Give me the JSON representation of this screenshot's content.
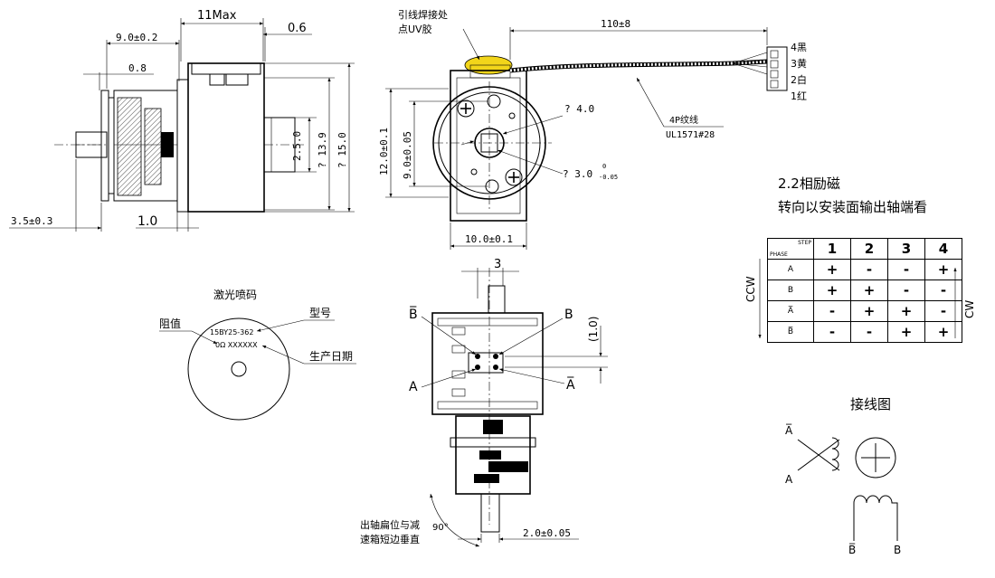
{
  "top_view": {
    "dim_11max": "11Max",
    "dim_0_6": "0.6",
    "dim_9": "9.0±0.2",
    "dim_0_8": "0.8",
    "dim_3_5": "3.5±0.3",
    "dim_1_0": "1.0",
    "dim_2_5": "2.5.0",
    "dim_13_9": "? 13.9",
    "dim_15": "? 15.0"
  },
  "front_view": {
    "note_line1": "引线焊接处",
    "note_line2": "点UV胶",
    "dim_110": "110±8",
    "dim_12": "12.0±0.1",
    "dim_9_05": "9.0±0.05",
    "dim_10": "10.0±0.1",
    "dim_phi4": "? 4.0",
    "dim_phi3_main": "? 3.0",
    "dim_phi3_sup": "0",
    "dim_phi3_sub": "-0.05",
    "wire_label_1": "4P纹线",
    "wire_label_2": "UL1571#28",
    "wires": [
      "4黑",
      "3黄",
      "2白",
      "1红"
    ]
  },
  "info": {
    "line1": "2.2相励磁",
    "line2": "转向以安装面输出轴端看"
  },
  "step_table": {
    "corner_step": "STEP",
    "corner_phase": "PHASE",
    "steps": [
      "1",
      "2",
      "3",
      "4"
    ],
    "rows": [
      {
        "phase": "A",
        "cells": [
          "+",
          "-",
          "-",
          "+"
        ]
      },
      {
        "phase": "B",
        "cells": [
          "+",
          "+",
          "-",
          "-"
        ]
      },
      {
        "phase": "A̅",
        "cells": [
          "-",
          "+",
          "+",
          "-"
        ]
      },
      {
        "phase": "B̅",
        "cells": [
          "-",
          "-",
          "+",
          "+"
        ]
      }
    ],
    "ccw": "CCW",
    "cw": "CW"
  },
  "laser": {
    "title": "激光喷码",
    "resistance": "阻值",
    "model": "型号",
    "date": "生产日期",
    "code_line1": "15BY25-362",
    "code_line2": "0Ω XXXXXX"
  },
  "bottom_view": {
    "dim_3": "3",
    "dim_1_0": "(1.0)",
    "label_b_bar": "B̅",
    "label_b": "B",
    "label_a": "A",
    "label_a_bar": "A̅",
    "note_line1": "出轴扁位与减",
    "note_line2": "速箱短边垂直",
    "angle": "90°",
    "dim_2": "2.0±0.05"
  },
  "wiring": {
    "title": "接线图",
    "a_bar": "A̅",
    "a": "A",
    "b_bar": "B̅",
    "b": "B"
  }
}
